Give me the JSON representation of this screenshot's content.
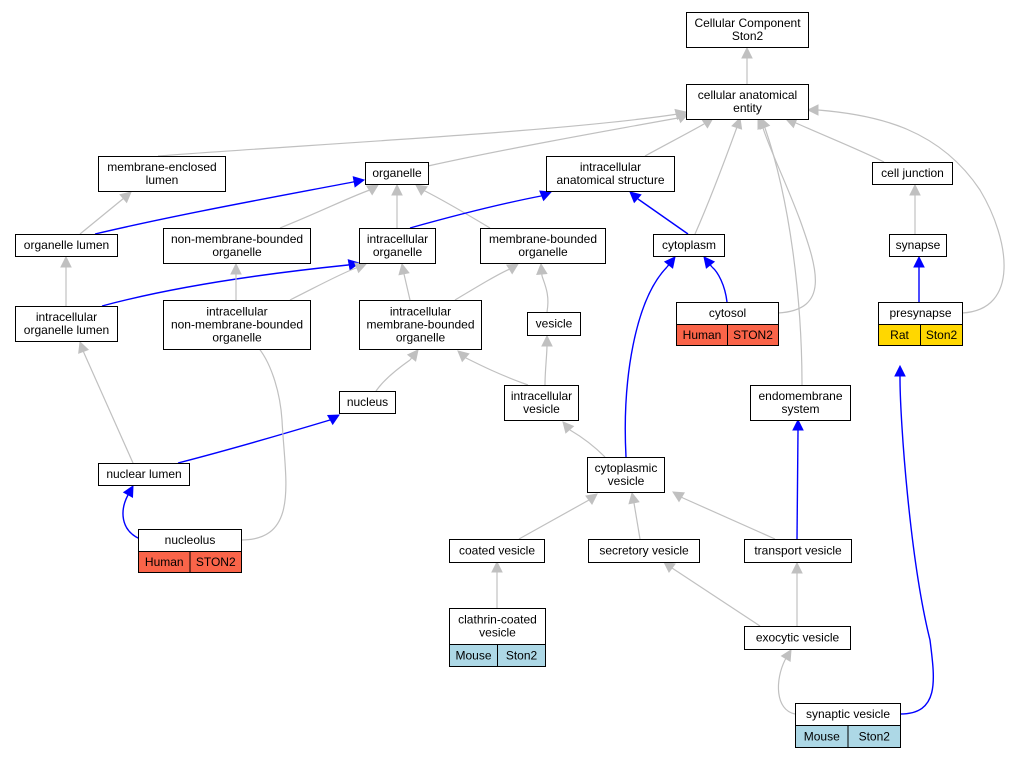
{
  "colors": {
    "human": "#fa6449",
    "rat": "#ffd700",
    "mouse": "#add8e6",
    "is_a_edge": "#c0c0c0",
    "part_of_edge": "#0000ff"
  },
  "nodes": {
    "cellular_component": {
      "lines": [
        "Cellular Component",
        "Ston2"
      ]
    },
    "cellular_anatomical_entity": {
      "lines": [
        "cellular anatomical",
        "entity"
      ]
    },
    "membrane_enclosed_lumen": {
      "lines": [
        "membrane-enclosed",
        "lumen"
      ]
    },
    "organelle": {
      "lines": [
        "organelle"
      ]
    },
    "intracellular_anatomical_structure": {
      "lines": [
        "intracellular",
        "anatomical structure"
      ]
    },
    "cell_junction": {
      "lines": [
        "cell junction"
      ]
    },
    "organelle_lumen": {
      "lines": [
        "organelle lumen"
      ]
    },
    "non_membrane_bounded_organelle": {
      "lines": [
        "non-membrane-bounded",
        "organelle"
      ]
    },
    "intracellular_organelle": {
      "lines": [
        "intracellular",
        "organelle"
      ]
    },
    "membrane_bounded_organelle": {
      "lines": [
        "membrane-bounded",
        "organelle"
      ]
    },
    "cytoplasm": {
      "lines": [
        "cytoplasm"
      ]
    },
    "synapse": {
      "lines": [
        "synapse"
      ]
    },
    "intracellular_organelle_lumen": {
      "lines": [
        "intracellular",
        "organelle lumen"
      ]
    },
    "intracellular_non_membrane_bounded_organelle": {
      "lines": [
        "intracellular",
        "non-membrane-bounded",
        "organelle"
      ]
    },
    "intracellular_membrane_bounded_organelle": {
      "lines": [
        "intracellular",
        "membrane-bounded",
        "organelle"
      ]
    },
    "vesicle": {
      "lines": [
        "vesicle"
      ]
    },
    "cytosol": {
      "lines": [
        "cytosol"
      ],
      "species": "Human",
      "gene": "STON2"
    },
    "presynapse": {
      "lines": [
        "presynapse"
      ],
      "species": "Rat",
      "gene": "Ston2"
    },
    "nucleus": {
      "lines": [
        "nucleus"
      ]
    },
    "intracellular_vesicle": {
      "lines": [
        "intracellular",
        "vesicle"
      ]
    },
    "endomembrane_system": {
      "lines": [
        "endomembrane",
        "system"
      ]
    },
    "nuclear_lumen": {
      "lines": [
        "nuclear lumen"
      ]
    },
    "cytoplasmic_vesicle": {
      "lines": [
        "cytoplasmic",
        "vesicle"
      ]
    },
    "nucleolus": {
      "lines": [
        "nucleolus"
      ],
      "species": "Human",
      "gene": "STON2"
    },
    "coated_vesicle": {
      "lines": [
        "coated vesicle"
      ]
    },
    "secretory_vesicle": {
      "lines": [
        "secretory vesicle"
      ]
    },
    "transport_vesicle": {
      "lines": [
        "transport vesicle"
      ]
    },
    "clathrin_coated_vesicle": {
      "lines": [
        "clathrin-coated",
        "vesicle"
      ],
      "species": "Mouse",
      "gene": "Ston2"
    },
    "exocytic_vesicle": {
      "lines": [
        "exocytic vesicle"
      ]
    },
    "synaptic_vesicle": {
      "lines": [
        "synaptic vesicle"
      ],
      "species": "Mouse",
      "gene": "Ston2"
    }
  },
  "edges": [
    {
      "from": "cellular_anatomical_entity",
      "to": "cellular_component",
      "type": "is_a"
    },
    {
      "from": "membrane_enclosed_lumen",
      "to": "cellular_anatomical_entity",
      "type": "is_a"
    },
    {
      "from": "organelle",
      "to": "cellular_anatomical_entity",
      "type": "is_a"
    },
    {
      "from": "intracellular_anatomical_structure",
      "to": "cellular_anatomical_entity",
      "type": "is_a"
    },
    {
      "from": "cytoplasm",
      "to": "cellular_anatomical_entity",
      "type": "is_a"
    },
    {
      "from": "cytosol",
      "to": "cellular_anatomical_entity",
      "type": "is_a"
    },
    {
      "from": "endomembrane_system",
      "to": "cellular_anatomical_entity",
      "type": "is_a"
    },
    {
      "from": "cell_junction",
      "to": "cellular_anatomical_entity",
      "type": "is_a"
    },
    {
      "from": "presynapse",
      "to": "cellular_anatomical_entity",
      "type": "is_a"
    },
    {
      "from": "organelle_lumen",
      "to": "membrane_enclosed_lumen",
      "type": "is_a"
    },
    {
      "from": "organelle_lumen",
      "to": "organelle",
      "type": "part_of"
    },
    {
      "from": "non_membrane_bounded_organelle",
      "to": "organelle",
      "type": "is_a"
    },
    {
      "from": "intracellular_organelle",
      "to": "organelle",
      "type": "is_a"
    },
    {
      "from": "membrane_bounded_organelle",
      "to": "organelle",
      "type": "is_a"
    },
    {
      "from": "intracellular_organelle",
      "to": "intracellular_anatomical_structure",
      "type": "part_of"
    },
    {
      "from": "cytoplasm",
      "to": "intracellular_anatomical_structure",
      "type": "part_of"
    },
    {
      "from": "synapse",
      "to": "cell_junction",
      "type": "is_a"
    },
    {
      "from": "intracellular_organelle_lumen",
      "to": "organelle_lumen",
      "type": "is_a"
    },
    {
      "from": "intracellular_organelle_lumen",
      "to": "intracellular_organelle",
      "type": "part_of"
    },
    {
      "from": "intracellular_non_membrane_bounded_organelle",
      "to": "non_membrane_bounded_organelle",
      "type": "is_a"
    },
    {
      "from": "intracellular_non_membrane_bounded_organelle",
      "to": "intracellular_organelle",
      "type": "is_a"
    },
    {
      "from": "intracellular_membrane_bounded_organelle",
      "to": "intracellular_organelle",
      "type": "is_a"
    },
    {
      "from": "intracellular_membrane_bounded_organelle",
      "to": "membrane_bounded_organelle",
      "type": "is_a"
    },
    {
      "from": "vesicle",
      "to": "membrane_bounded_organelle",
      "type": "is_a"
    },
    {
      "from": "cytosol",
      "to": "cytoplasm",
      "type": "part_of"
    },
    {
      "from": "presynapse",
      "to": "synapse",
      "type": "part_of"
    },
    {
      "from": "nucleus",
      "to": "intracellular_membrane_bounded_organelle",
      "type": "is_a"
    },
    {
      "from": "intracellular_vesicle",
      "to": "intracellular_membrane_bounded_organelle",
      "type": "is_a"
    },
    {
      "from": "intracellular_vesicle",
      "to": "vesicle",
      "type": "is_a"
    },
    {
      "from": "nuclear_lumen",
      "to": "intracellular_organelle_lumen",
      "type": "is_a"
    },
    {
      "from": "nuclear_lumen",
      "to": "nucleus",
      "type": "part_of"
    },
    {
      "from": "cytoplasmic_vesicle",
      "to": "intracellular_vesicle",
      "type": "is_a"
    },
    {
      "from": "cytoplasmic_vesicle",
      "to": "cytoplasm",
      "type": "part_of"
    },
    {
      "from": "nucleolus",
      "to": "nuclear_lumen",
      "type": "part_of"
    },
    {
      "from": "nucleolus",
      "to": "intracellular_non_membrane_bounded_organelle",
      "type": "is_a"
    },
    {
      "from": "coated_vesicle",
      "to": "cytoplasmic_vesicle",
      "type": "is_a"
    },
    {
      "from": "secretory_vesicle",
      "to": "cytoplasmic_vesicle",
      "type": "is_a"
    },
    {
      "from": "transport_vesicle",
      "to": "cytoplasmic_vesicle",
      "type": "is_a"
    },
    {
      "from": "transport_vesicle",
      "to": "endomembrane_system",
      "type": "part_of"
    },
    {
      "from": "clathrin_coated_vesicle",
      "to": "coated_vesicle",
      "type": "is_a"
    },
    {
      "from": "exocytic_vesicle",
      "to": "secretory_vesicle",
      "type": "is_a"
    },
    {
      "from": "exocytic_vesicle",
      "to": "transport_vesicle",
      "type": "is_a"
    },
    {
      "from": "synaptic_vesicle",
      "to": "exocytic_vesicle",
      "type": "is_a"
    },
    {
      "from": "synaptic_vesicle",
      "to": "presynapse",
      "type": "part_of"
    }
  ]
}
